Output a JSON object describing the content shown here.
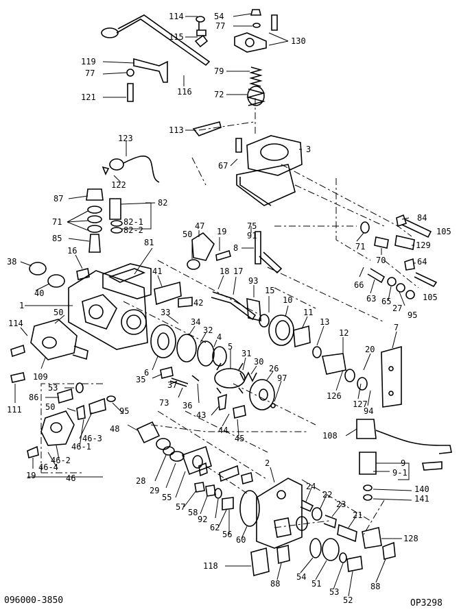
{
  "diagram": {
    "drawing_number": "096000-3850",
    "sheet_code": "OP3298",
    "callouts": [
      {
        "id": "c114",
        "label": "114"
      },
      {
        "id": "c54",
        "label": "54"
      },
      {
        "id": "c77a",
        "label": "77"
      },
      {
        "id": "c115",
        "label": "115"
      },
      {
        "id": "c130",
        "label": "130"
      },
      {
        "id": "c119",
        "label": "119"
      },
      {
        "id": "c77b",
        "label": "77"
      },
      {
        "id": "c79",
        "label": "79"
      },
      {
        "id": "c116",
        "label": "116"
      },
      {
        "id": "c121",
        "label": "121"
      },
      {
        "id": "c72",
        "label": "72"
      },
      {
        "id": "c113",
        "label": "113"
      },
      {
        "id": "c123",
        "label": "123"
      },
      {
        "id": "c3",
        "label": "3"
      },
      {
        "id": "c67",
        "label": "67"
      },
      {
        "id": "c122",
        "label": "122"
      },
      {
        "id": "c87",
        "label": "87"
      },
      {
        "id": "c82",
        "label": "82"
      },
      {
        "id": "c71a",
        "label": "71"
      },
      {
        "id": "c82-1",
        "label": "82-1"
      },
      {
        "id": "c82-2",
        "label": "82-2"
      },
      {
        "id": "c85",
        "label": "85"
      },
      {
        "id": "c84",
        "label": "84"
      },
      {
        "id": "c47",
        "label": "47"
      },
      {
        "id": "c19a",
        "label": "19"
      },
      {
        "id": "c75",
        "label": "75"
      },
      {
        "id": "c91",
        "label": "91"
      },
      {
        "id": "c105a",
        "label": "105"
      },
      {
        "id": "c50a",
        "label": "50"
      },
      {
        "id": "c81",
        "label": "81"
      },
      {
        "id": "c8",
        "label": "8"
      },
      {
        "id": "c71b",
        "label": "71"
      },
      {
        "id": "c129",
        "label": "129"
      },
      {
        "id": "c70",
        "label": "70"
      },
      {
        "id": "c38",
        "label": "38"
      },
      {
        "id": "c16",
        "label": "16"
      },
      {
        "id": "c64",
        "label": "64"
      },
      {
        "id": "c66",
        "label": "66"
      },
      {
        "id": "c18",
        "label": "18"
      },
      {
        "id": "c17",
        "label": "17"
      },
      {
        "id": "c93",
        "label": "93"
      },
      {
        "id": "c41",
        "label": "41"
      },
      {
        "id": "c40",
        "label": "40"
      },
      {
        "id": "c63a",
        "label": "63"
      },
      {
        "id": "c65",
        "label": "65"
      },
      {
        "id": "c105b",
        "label": "105"
      },
      {
        "id": "c15",
        "label": "15"
      },
      {
        "id": "c10",
        "label": "10"
      },
      {
        "id": "c42",
        "label": "42"
      },
      {
        "id": "c27",
        "label": "27"
      },
      {
        "id": "c95",
        "label": "95"
      },
      {
        "id": "c1",
        "label": "1"
      },
      {
        "id": "c11",
        "label": "11"
      },
      {
        "id": "c13",
        "label": "13"
      },
      {
        "id": "c33",
        "label": "33"
      },
      {
        "id": "c7",
        "label": "7"
      },
      {
        "id": "c114b",
        "label": "114"
      },
      {
        "id": "c50b",
        "label": "50"
      },
      {
        "id": "c34",
        "label": "34"
      },
      {
        "id": "c12",
        "label": "12"
      },
      {
        "id": "c32",
        "label": "32"
      },
      {
        "id": "c4",
        "label": "4"
      },
      {
        "id": "c5",
        "label": "5"
      },
      {
        "id": "c20",
        "label": "20"
      },
      {
        "id": "c31",
        "label": "31"
      },
      {
        "id": "c30",
        "label": "30"
      },
      {
        "id": "c6",
        "label": "6"
      },
      {
        "id": "c26",
        "label": "26"
      },
      {
        "id": "c97",
        "label": "97"
      },
      {
        "id": "c109",
        "label": "109"
      },
      {
        "id": "c126",
        "label": "126"
      },
      {
        "id": "c127",
        "label": "127"
      },
      {
        "id": "c35",
        "label": "35"
      },
      {
        "id": "c37",
        "label": "37"
      },
      {
        "id": "c94",
        "label": "94"
      },
      {
        "id": "c111",
        "label": "111"
      },
      {
        "id": "c53a",
        "label": "53"
      },
      {
        "id": "c73",
        "label": "73"
      },
      {
        "id": "c36",
        "label": "36"
      },
      {
        "id": "c86",
        "label": "86"
      },
      {
        "id": "c50c",
        "label": "50"
      },
      {
        "id": "c95b",
        "label": "95"
      },
      {
        "id": "c43",
        "label": "43"
      },
      {
        "id": "c44",
        "label": "44"
      },
      {
        "id": "c45",
        "label": "45"
      },
      {
        "id": "c48",
        "label": "48"
      },
      {
        "id": "c108",
        "label": "108"
      },
      {
        "id": "c46-3",
        "label": "46-3"
      },
      {
        "id": "c46-1",
        "label": "46-1"
      },
      {
        "id": "c46-2",
        "label": "46-2"
      },
      {
        "id": "c9",
        "label": "9"
      },
      {
        "id": "c19b",
        "label": "19"
      },
      {
        "id": "c46-4",
        "label": "46-4"
      },
      {
        "id": "c9-1",
        "label": "9-1"
      },
      {
        "id": "c46",
        "label": "46"
      },
      {
        "id": "c2",
        "label": "2"
      },
      {
        "id": "c28",
        "label": "28"
      },
      {
        "id": "c29",
        "label": "29"
      },
      {
        "id": "c55",
        "label": "55"
      },
      {
        "id": "c140",
        "label": "140"
      },
      {
        "id": "c141",
        "label": "141"
      },
      {
        "id": "c24",
        "label": "24"
      },
      {
        "id": "c22",
        "label": "22"
      },
      {
        "id": "c57",
        "label": "57"
      },
      {
        "id": "c58",
        "label": "58"
      },
      {
        "id": "c92",
        "label": "92"
      },
      {
        "id": "c23",
        "label": "23"
      },
      {
        "id": "c62",
        "label": "62"
      },
      {
        "id": "c21",
        "label": "21"
      },
      {
        "id": "c128",
        "label": "128"
      },
      {
        "id": "c56",
        "label": "56"
      },
      {
        "id": "c60",
        "label": "60"
      },
      {
        "id": "c118",
        "label": "118"
      },
      {
        "id": "c88a",
        "label": "88"
      },
      {
        "id": "c54b",
        "label": "54"
      },
      {
        "id": "c51",
        "label": "51"
      },
      {
        "id": "c53b",
        "label": "53"
      },
      {
        "id": "c52",
        "label": "52"
      },
      {
        "id": "c88b",
        "label": "88"
      }
    ]
  }
}
